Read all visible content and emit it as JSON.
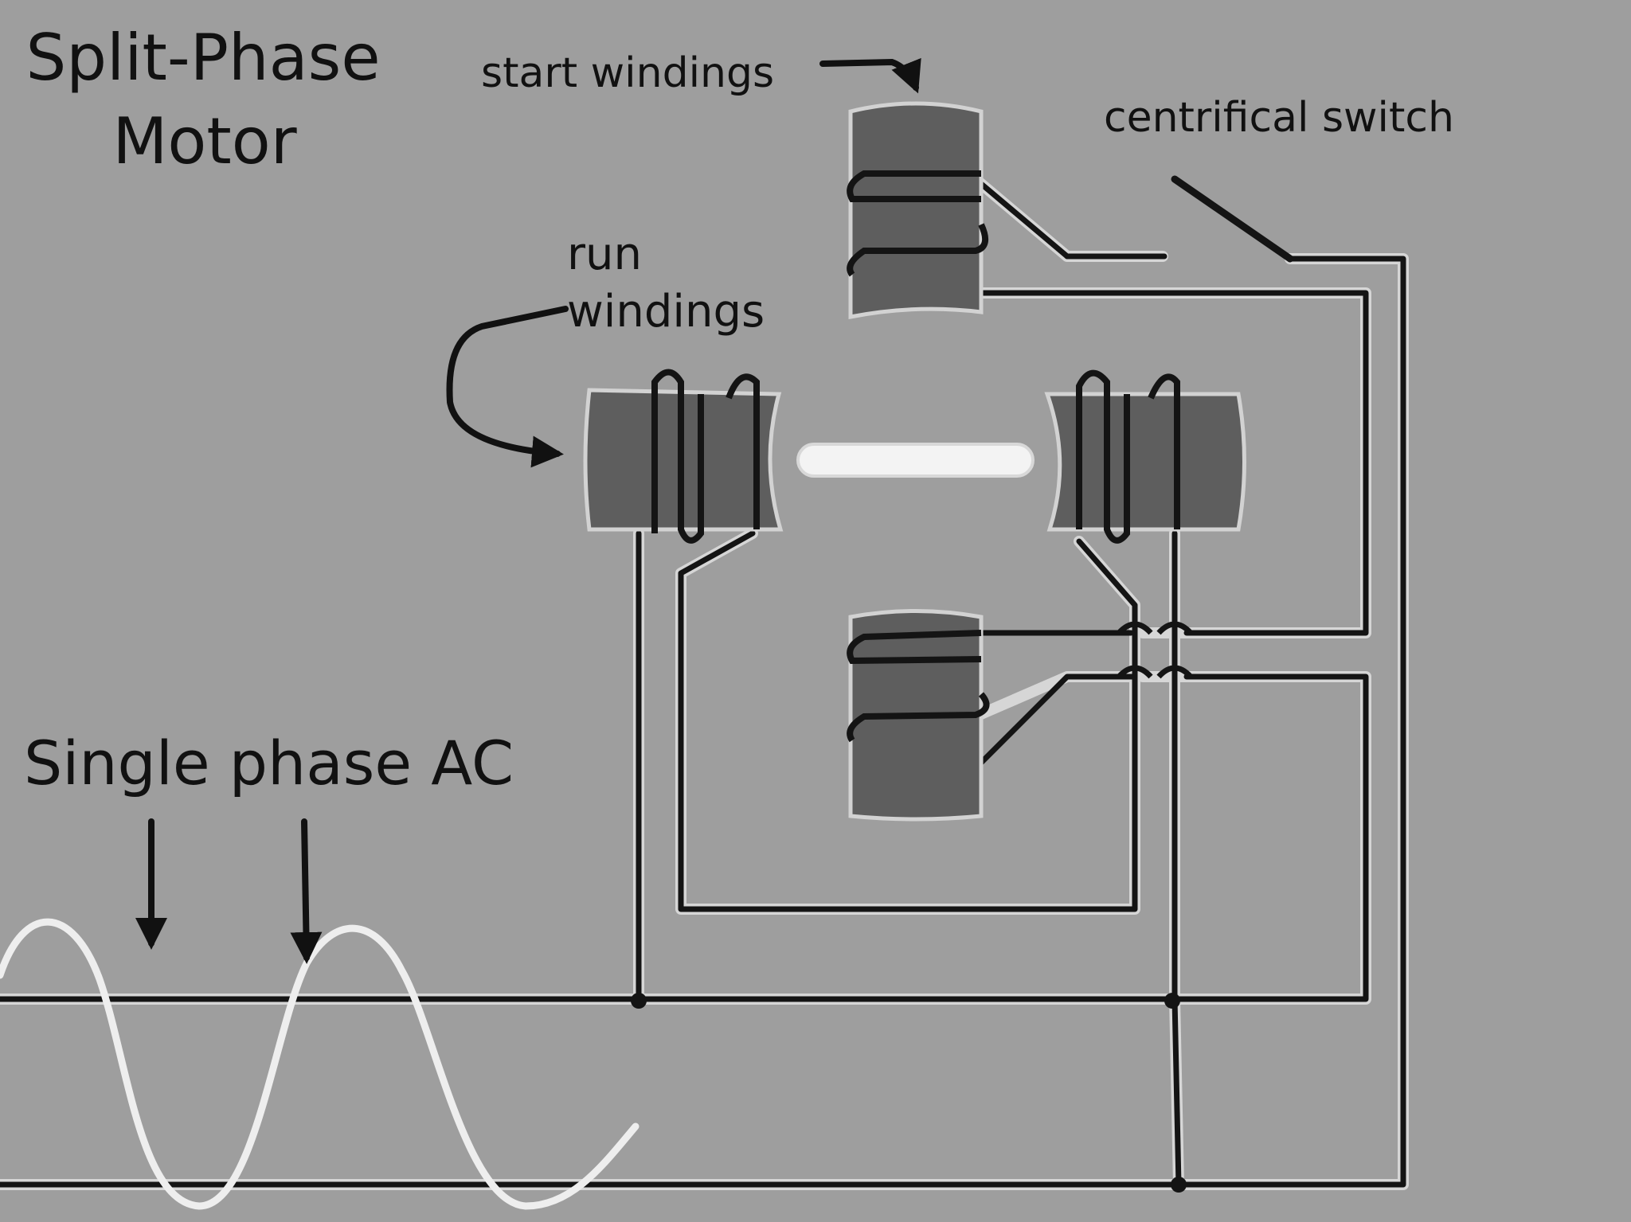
{
  "title": {
    "line1": "Split-Phase",
    "line2": "Motor"
  },
  "labels": {
    "start_windings": "start windings",
    "centrifugal_switch": "centrifical switch",
    "run_windings_line1": "run",
    "run_windings_line2": "windings",
    "single_phase_ac": "Single phase AC"
  },
  "colors": {
    "background": "#9c9c9c",
    "pole": "#5e5e5e",
    "wire": "#151515",
    "wire_halo": "#d4d4d4",
    "rotor": "#f2f2f2",
    "waveform": "#eeeeee",
    "text": "#111111"
  },
  "icons": [
    "arrow-icon",
    "sine-wave-icon",
    "coil-icon"
  ]
}
